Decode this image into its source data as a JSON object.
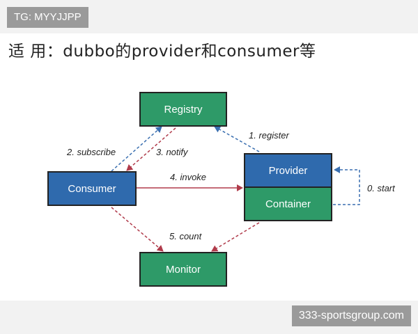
{
  "header": {
    "tag": "TG: MYYJJPP"
  },
  "title": "适 用：dubbo的provider和consumer等",
  "watermark": "333-sportsgroup.com",
  "diagram": {
    "nodes": {
      "registry": "Registry",
      "consumer": "Consumer",
      "provider": "Provider",
      "container": "Container",
      "monitor": "Monitor"
    },
    "edges": {
      "register": "1. register",
      "subscribe": "2. subscribe",
      "notify": "3. notify",
      "invoke": "4. invoke",
      "count": "5. count",
      "start": "0. start"
    },
    "colors": {
      "node_green": "#2e9a68",
      "node_blue": "#2f6aad",
      "arrow_blue": "#3a6fb0",
      "arrow_red": "#b03a4a"
    }
  }
}
